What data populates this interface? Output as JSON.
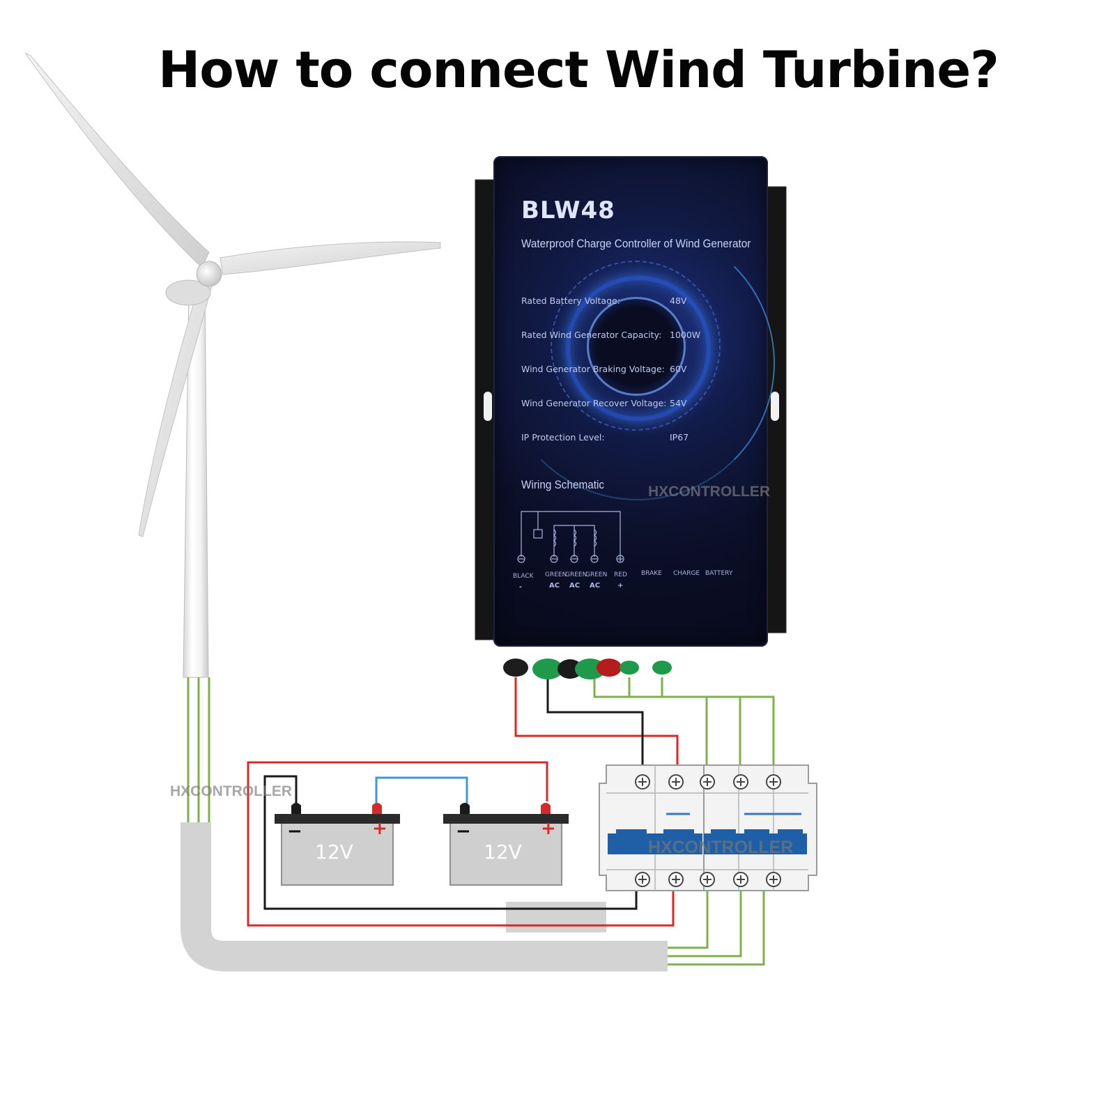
{
  "title": "How to connect Wind Turbine?",
  "controller": {
    "model": "BLW48",
    "subtitle": "Waterproof Charge Controller of Wind Generator",
    "specs": [
      {
        "label": "Rated Battery Voltage:",
        "value": "48V"
      },
      {
        "label": "Rated Wind Generator Capacity:",
        "value": "1000W"
      },
      {
        "label": "Wind Generator Braking Voltage:",
        "value": "60V"
      },
      {
        "label": "Wind Generator Recover Voltage:",
        "value": "54V"
      },
      {
        "label": "IP Protection Level:",
        "value": "IP67"
      }
    ],
    "wiring_title": "Wiring Schematic",
    "brand_watermark": "HXCONTROLLER",
    "terminals": [
      {
        "label": "BLACK",
        "sub": "-"
      },
      {
        "label": "GREEN",
        "sub": "AC"
      },
      {
        "label": "GREEN",
        "sub": "AC"
      },
      {
        "label": "GREEN",
        "sub": "AC"
      },
      {
        "label": "RED",
        "sub": "+"
      }
    ],
    "indicators": [
      "BRAKE",
      "CHARGE",
      "BATTERY"
    ]
  },
  "batteries": [
    {
      "voltage": "12V",
      "neg": "−",
      "pos": "+"
    },
    {
      "voltage": "12V",
      "neg": "−",
      "pos": "+"
    }
  ],
  "watermarks": [
    "HXCONTROLLER",
    "HXCONTROLLER"
  ],
  "colors": {
    "wire_red": "#d42a2a",
    "wire_black": "#1a1a1a",
    "wire_green": "#7fb04a",
    "wire_blue": "#3a9ad6",
    "conduit": "#d3d3d3",
    "breaker_handle": "#1f5fa6"
  }
}
